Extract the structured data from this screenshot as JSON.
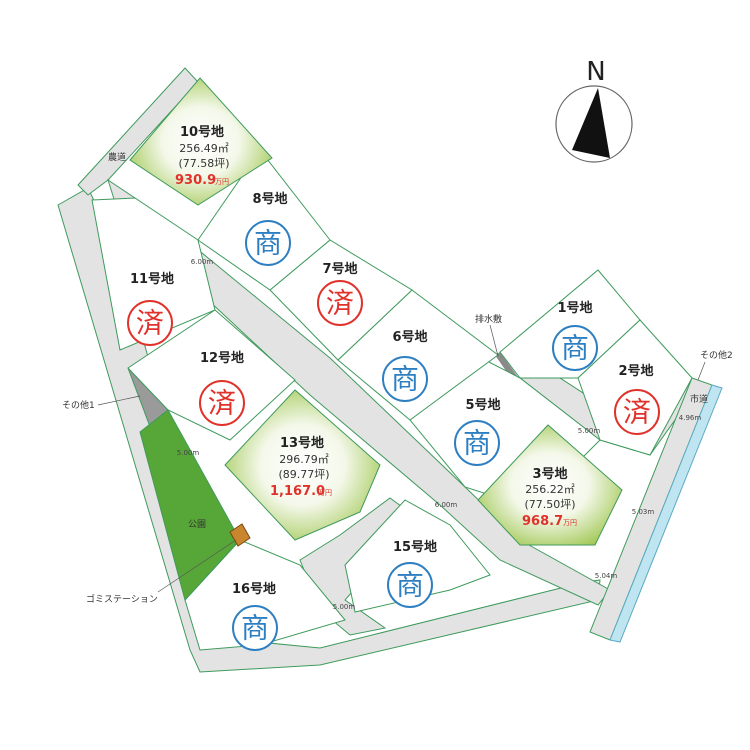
{
  "compass": {
    "label": "N"
  },
  "colors": {
    "sold": "#e0322b",
    "negotiating": "#2e7fc2",
    "available": "#9cc54b",
    "park": "#57a738",
    "price": "#e0322b",
    "waterway": "#bfe6f0"
  },
  "lots": {
    "l1": {
      "name": "1号地",
      "status_label": "商"
    },
    "l2": {
      "name": "2号地",
      "status_label": "済"
    },
    "l3": {
      "name": "3号地",
      "area": "256.22㎡",
      "tsubo": "(77.50坪)",
      "price": "968.7",
      "unit": "万円"
    },
    "l5": {
      "name": "5号地",
      "status_label": "商"
    },
    "l6": {
      "name": "6号地",
      "status_label": "商"
    },
    "l7": {
      "name": "7号地",
      "status_label": "済"
    },
    "l8": {
      "name": "8号地",
      "status_label": "商"
    },
    "l10": {
      "name": "10号地",
      "area": "256.49㎡",
      "tsubo": "(77.58坪)",
      "price": "930.9",
      "unit": "万円"
    },
    "l11": {
      "name": "11号地",
      "status_label": "済"
    },
    "l12": {
      "name": "12号地",
      "status_label": "済"
    },
    "l13": {
      "name": "13号地",
      "area": "296.79㎡",
      "tsubo": "(89.77坪)",
      "price": "1,167.0",
      "unit": "万円"
    },
    "l15": {
      "name": "15号地",
      "status_label": "商"
    },
    "l16": {
      "name": "16号地",
      "status_label": "商"
    }
  },
  "labels": {
    "farm_road": "農道",
    "drain": "排水敷",
    "other1": "その他1",
    "other2": "その他2",
    "city_road": "市道",
    "park": "公園",
    "garbage": "ゴミステーション"
  },
  "road_widths": {
    "r1": "6.00m",
    "r2": "5.00m",
    "r3": "6.00m",
    "r4": "5.00m",
    "r5": "5.00m",
    "r6": "4.96m",
    "r7": "5.03m",
    "r8": "5.04m"
  }
}
